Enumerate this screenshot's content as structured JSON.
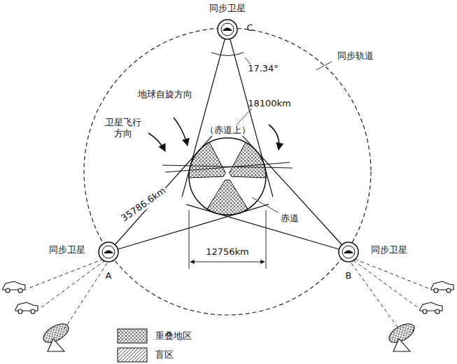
{
  "diagram": {
    "nodes": [
      {
        "text": [
          "同步卫星",
          "C"
        ]
      },
      {
        "text": [
          "同步卫星",
          "A"
        ]
      },
      {
        "text": [
          "同步卫星",
          "B"
        ]
      }
    ],
    "edges": [],
    "labels": [
      "同步轨道",
      "17.34°",
      "地球自旋方向",
      "18100km",
      "卫星飞行方向",
      "（赤道上）",
      "35786.6km",
      "赤道",
      "12756km"
    ],
    "legend": [
      {
        "text": "重叠地区"
      },
      {
        "text": "盲区"
      }
    ]
  }
}
